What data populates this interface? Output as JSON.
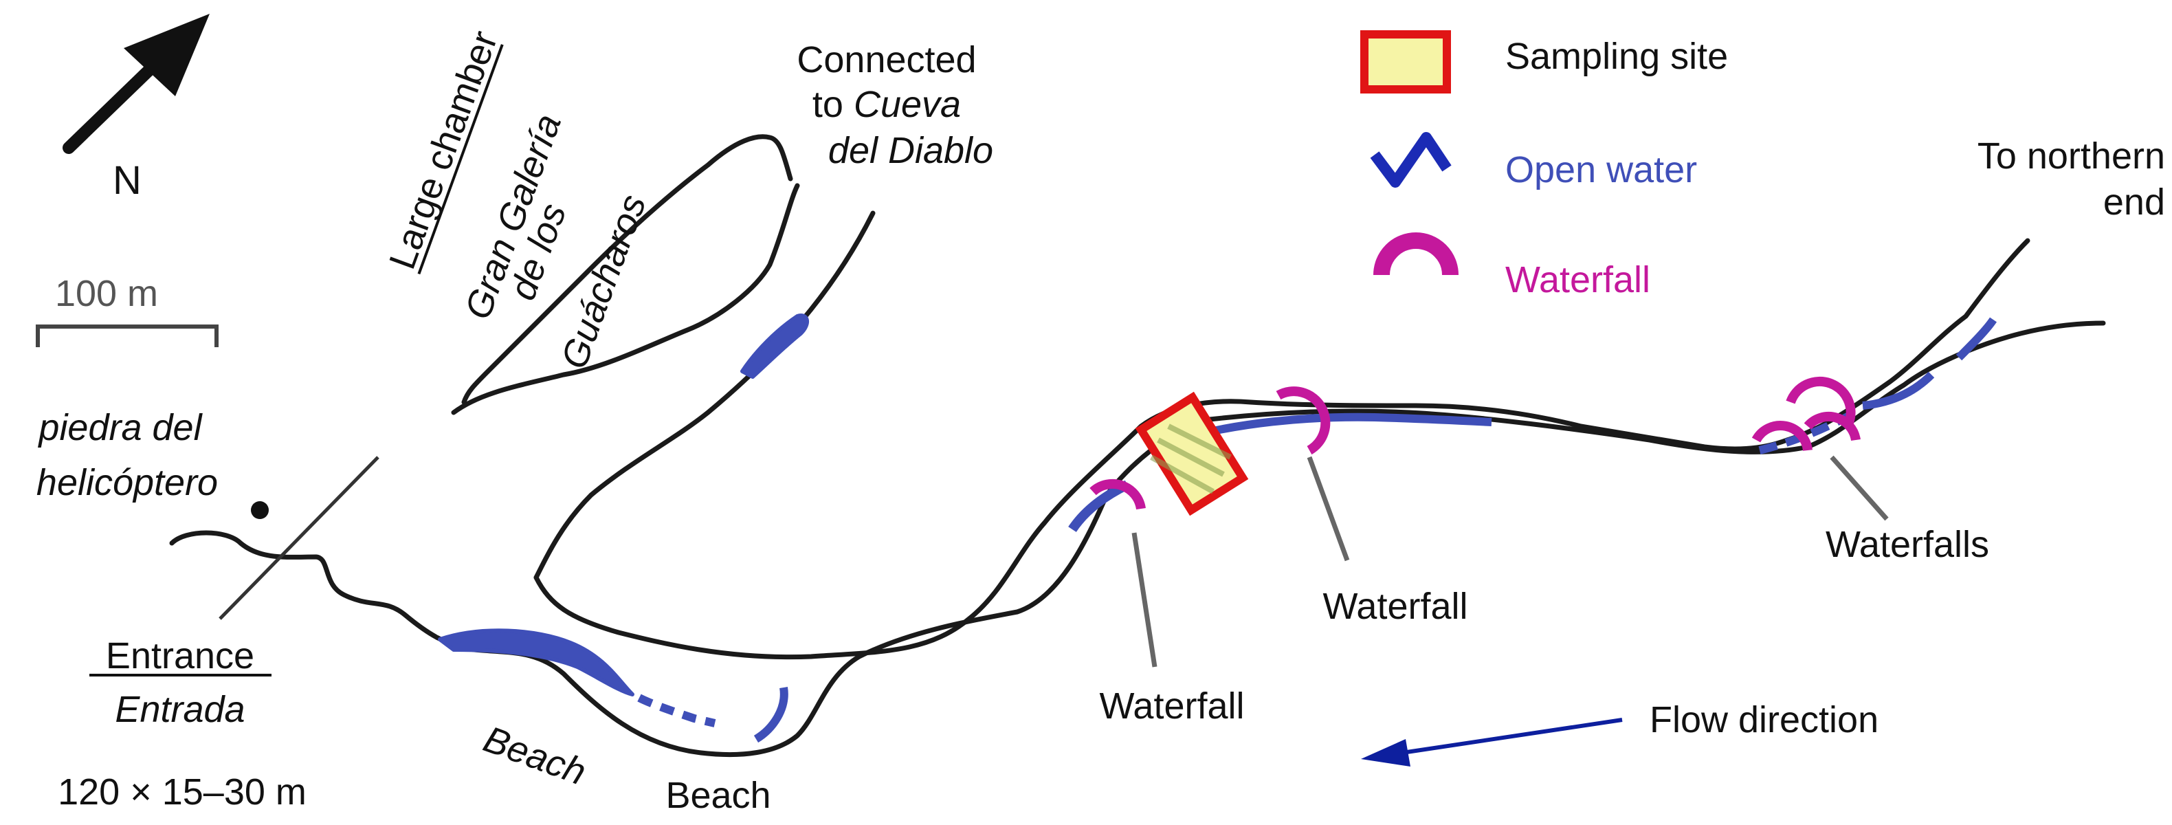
{
  "compass": {
    "label": "N",
    "icon": "north-arrow-icon"
  },
  "scale_bar": {
    "label": "100 m"
  },
  "legend": {
    "sampling_site": "Sampling site",
    "open_water": "Open water",
    "waterfall": "Waterfall"
  },
  "labels": {
    "large_chamber": "Large chamber",
    "gran_galeria": "Gran Galería",
    "de_los": "de los",
    "guacharos": "Guácharos",
    "connected_to": "Connected",
    "to": "to",
    "cueva": "Cueva",
    "del_diablo": "del Diablo",
    "to_northern": "To northern",
    "end": "end",
    "piedra_del": "piedra del",
    "helicoptero": "helicóptero",
    "entrance": "Entrance",
    "entrada": "Entrada",
    "entrance_dims": "120 × 15–30 m",
    "beach_1": "Beach",
    "beach_2": "Beach",
    "waterfall_1": "Waterfall",
    "waterfall_2": "Waterfall",
    "waterfalls": "Waterfalls",
    "flow_direction": "Flow direction"
  },
  "colors": {
    "cave_outline": "#1a1a1a",
    "open_water": "#3f4fb8",
    "waterfall": "#c4189c",
    "sampling_site_border": "#e01515",
    "sampling_site_fill": "#f6f4a6",
    "flow_arrow": "#0d1f9e"
  }
}
